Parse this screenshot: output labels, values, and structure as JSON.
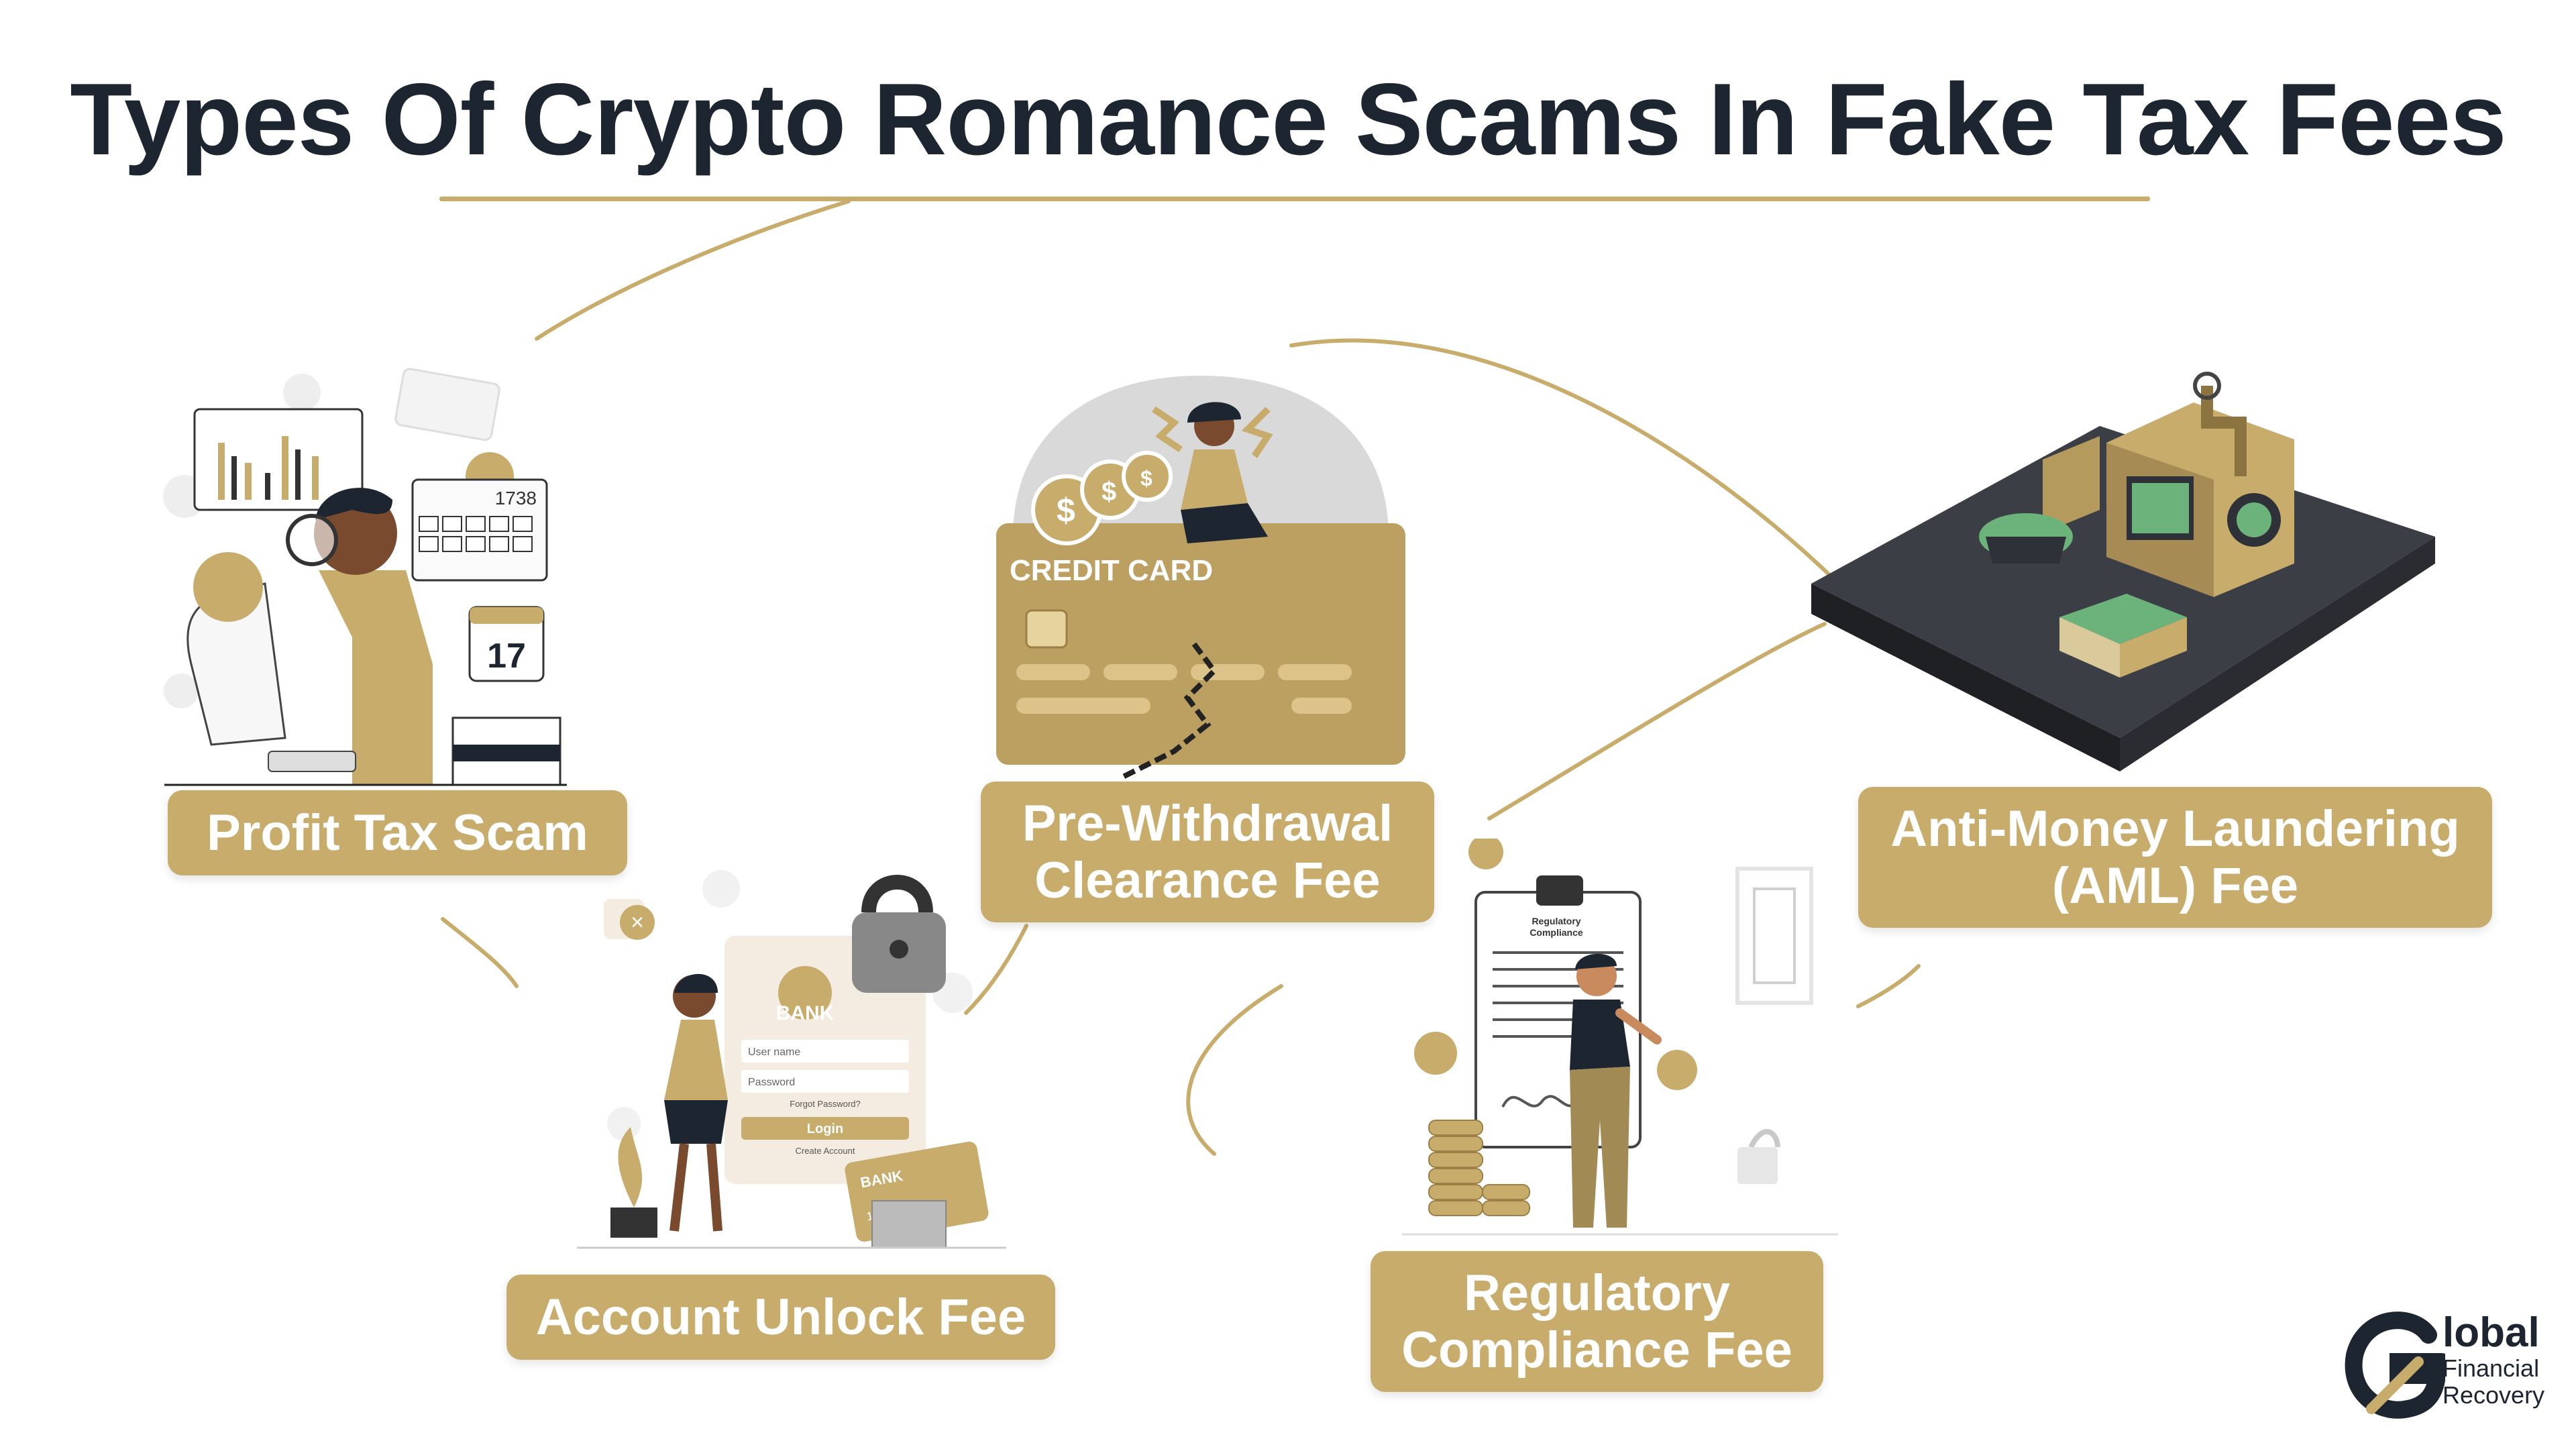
{
  "title": "Types Of Crypto Romance Scams In Fake Tax Fees",
  "items": [
    {
      "label": "Profit Tax Scam"
    },
    {
      "label": "Account Unlock Fee"
    },
    {
      "label": "Pre-Withdrawal\nClearance Fee"
    },
    {
      "label": "Regulatory\nCompliance Fee"
    },
    {
      "label": "Anti-Money Laundering\n(AML) Fee"
    }
  ],
  "illustration_text": {
    "calculator_display": "1738",
    "calendar_day": "17",
    "credit_card": "CREDIT CARD",
    "bank": "BANK",
    "user_name": "User name",
    "password": "Password",
    "forgot": "Forgot Password?",
    "login": "Login",
    "create": "Create Account",
    "card_bank": "BANK",
    "card_number": "1234",
    "doc_title": "Regulatory\nCompliance"
  },
  "logo": {
    "line1": "lobal",
    "line2": "Financial",
    "line3": "Recovery"
  },
  "colors": {
    "accent": "#c7ac6c",
    "dark": "#1d2530",
    "platform": "#2e3138"
  }
}
